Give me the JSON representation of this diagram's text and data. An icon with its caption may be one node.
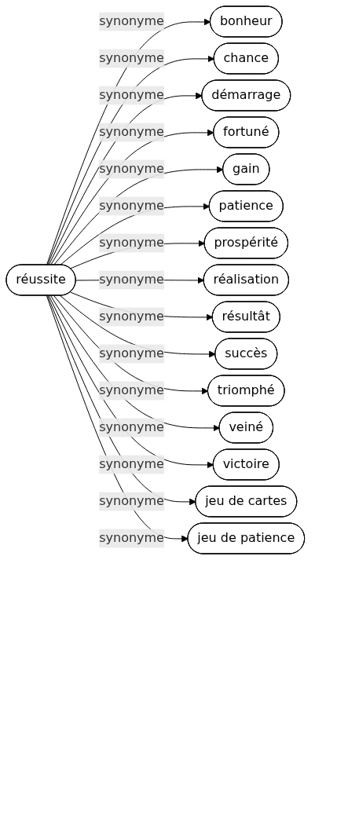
{
  "diagram": {
    "nodes": [
      {
        "text": [
          "réussite"
        ]
      },
      {
        "text": [
          "bonheur"
        ]
      },
      {
        "text": [
          "chance"
        ]
      },
      {
        "text": [
          "démarrage"
        ]
      },
      {
        "text": [
          "fortuné"
        ]
      },
      {
        "text": [
          "gain"
        ]
      },
      {
        "text": [
          "patience"
        ]
      },
      {
        "text": [
          "prospérité"
        ]
      },
      {
        "text": [
          "réalisation"
        ]
      },
      {
        "text": [
          "résultât"
        ]
      },
      {
        "text": [
          "succès"
        ]
      },
      {
        "text": [
          "triomphé"
        ]
      },
      {
        "text": [
          "veiné"
        ]
      },
      {
        "text": [
          "victoire"
        ]
      },
      {
        "text": [
          "jeu de cartes"
        ]
      },
      {
        "text": [
          "jeu de patience"
        ]
      }
    ],
    "edges": [
      {
        "from": 0,
        "to": 1,
        "arrow": "to",
        "label": "synonyme"
      },
      {
        "from": 0,
        "to": 2,
        "arrow": "to",
        "label": "synonyme"
      },
      {
        "from": 0,
        "to": 3,
        "arrow": "to",
        "label": "synonyme"
      },
      {
        "from": 0,
        "to": 4,
        "arrow": "to",
        "label": "synonyme"
      },
      {
        "from": 0,
        "to": 5,
        "arrow": "to",
        "label": "synonyme"
      },
      {
        "from": 0,
        "to": 6,
        "arrow": "to",
        "label": "synonyme"
      },
      {
        "from": 0,
        "to": 7,
        "arrow": "to",
        "label": "synonyme"
      },
      {
        "from": 0,
        "to": 8,
        "arrow": "to",
        "label": "synonyme"
      },
      {
        "from": 0,
        "to": 9,
        "arrow": "to",
        "label": "synonyme"
      },
      {
        "from": 0,
        "to": 10,
        "arrow": "to",
        "label": "synonyme"
      },
      {
        "from": 0,
        "to": 11,
        "arrow": "to",
        "label": "synonyme"
      },
      {
        "from": 0,
        "to": 12,
        "arrow": "to",
        "label": "synonyme"
      },
      {
        "from": 0,
        "to": 13,
        "arrow": "to",
        "label": "synonyme"
      },
      {
        "from": 0,
        "to": 14,
        "arrow": "to",
        "label": "synonyme"
      },
      {
        "from": 0,
        "to": 15,
        "arrow": "to",
        "label": "synonyme"
      }
    ]
  }
}
